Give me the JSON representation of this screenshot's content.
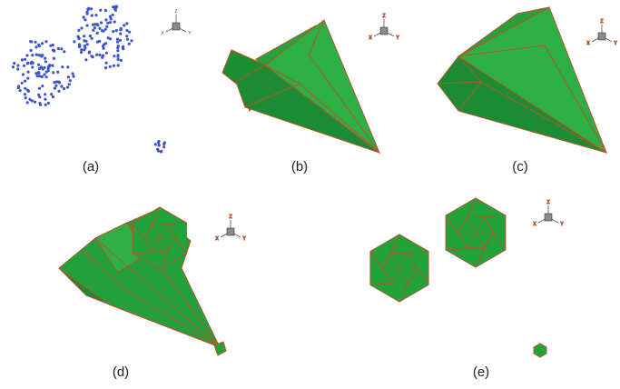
{
  "panels": [
    {
      "id": "a",
      "label": "(a)"
    },
    {
      "id": "b",
      "label": "(b)"
    },
    {
      "id": "c",
      "label": "(c)"
    },
    {
      "id": "d",
      "label": "(d)"
    },
    {
      "id": "e",
      "label": "(e)"
    }
  ],
  "axis_triad": {
    "axis_labels": [
      "Z",
      "X",
      "Y"
    ]
  },
  "colors": {
    "surface": "#20a33a",
    "edge": "#b4552a",
    "point": "#3d55c8",
    "axis": "#555555"
  }
}
